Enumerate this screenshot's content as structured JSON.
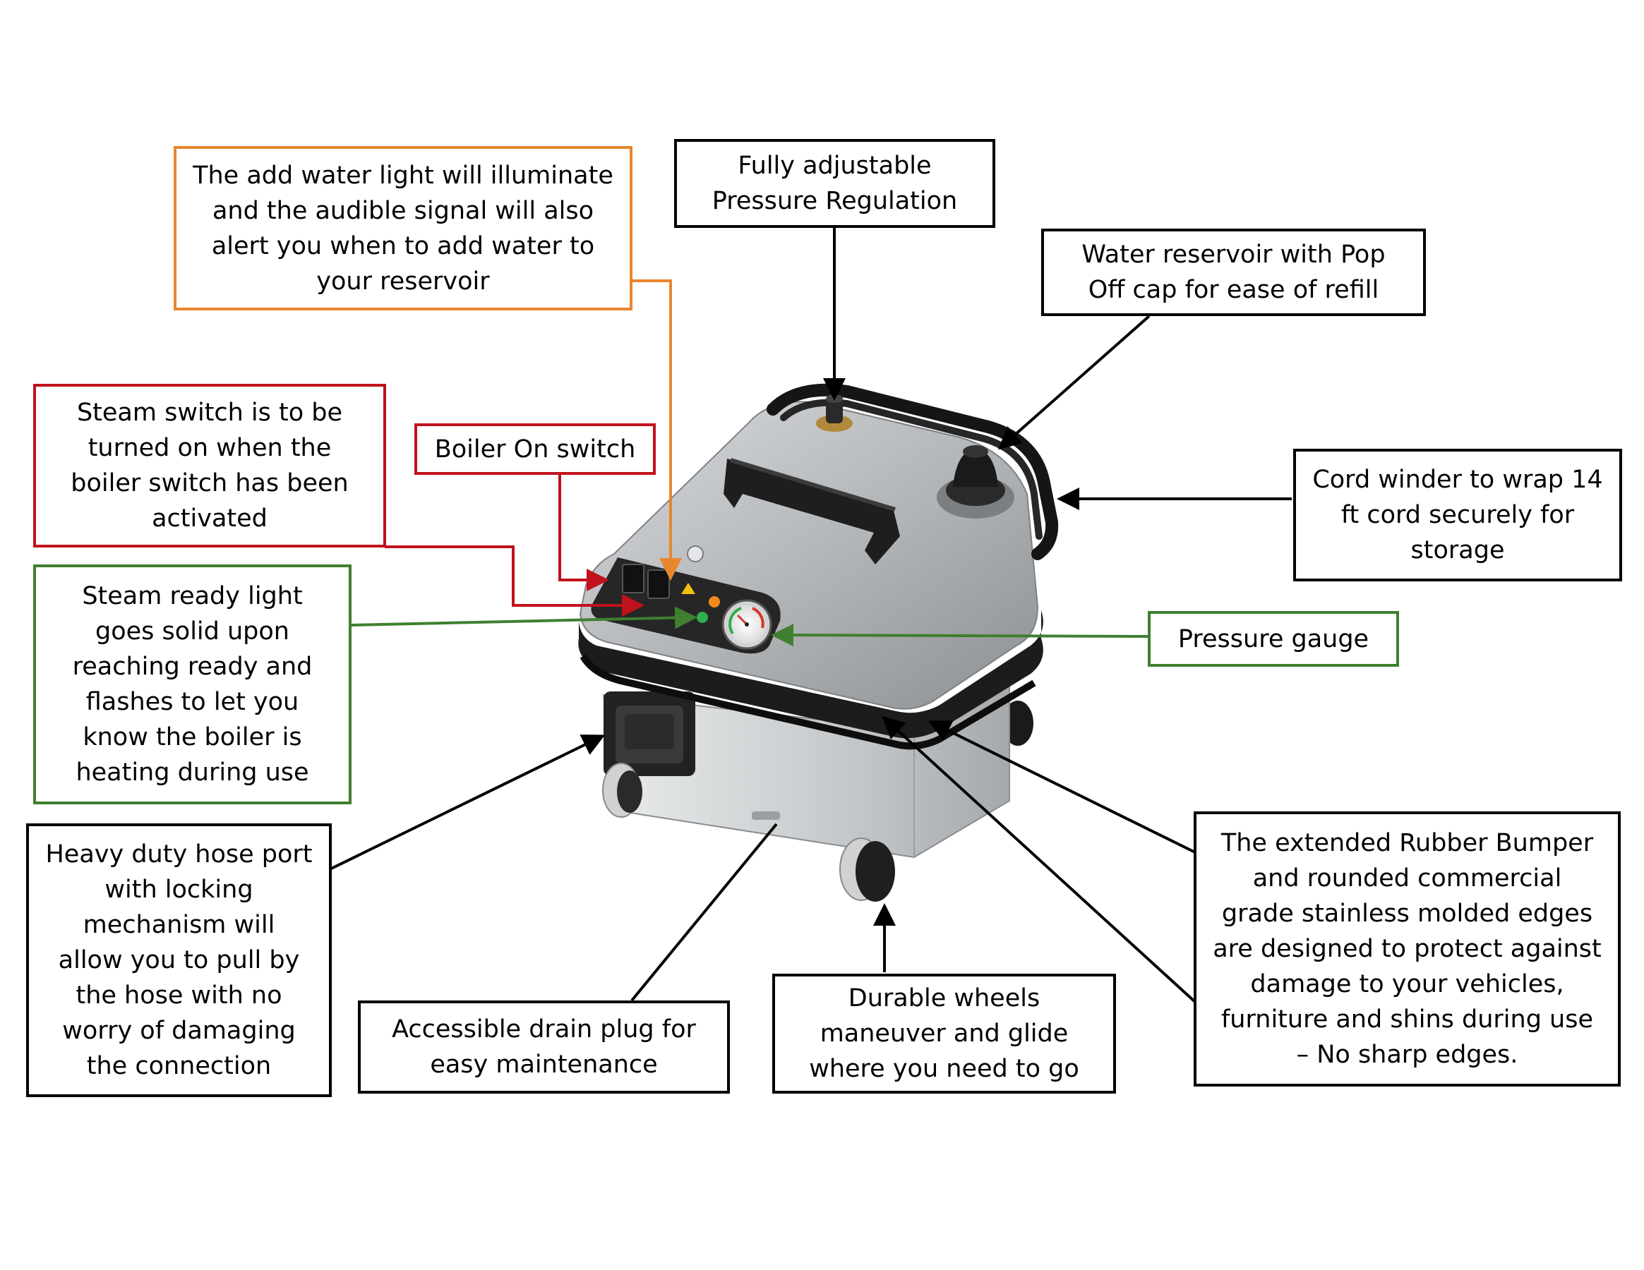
{
  "colors": {
    "black": "#000000",
    "orange": "#E8862E",
    "red": "#C0121C",
    "green": "#3F7F2F",
    "steel": "#C9CCCF",
    "rubber": "#1C1C1C"
  },
  "callouts": {
    "add_water_light": "The add water light will illuminate\nand the audible signal will also\nalert you when to add water to\nyour reservoir",
    "pressure_regulation": "Fully adjustable\nPressure Regulation",
    "water_reservoir": "Water reservoir with Pop\nOff cap for ease of refill",
    "steam_switch": "Steam switch is to be\nturned on when the\nboiler switch has been\nactivated",
    "boiler_on_switch": "Boiler On switch",
    "cord_winder": "Cord winder to wrap 14\nft cord securely for\nstorage",
    "steam_ready_light": "Steam ready light\ngoes solid upon\nreaching ready and\nflashes to let you\nknow the boiler is\nheating during use",
    "pressure_gauge": "Pressure gauge",
    "hose_port": "Heavy duty hose port\nwith locking\nmechanism will\nallow you to pull by\nthe hose with no\nworry of damaging\nthe connection",
    "drain_plug": "Accessible drain plug for\neasy maintenance",
    "wheels": "Durable wheels\nmaneuver and glide\nwhere you need to go",
    "rubber_bumper": "The extended Rubber Bumper\nand rounded commercial\ngrade stainless molded edges\nare designed to protect against\ndamage to your vehicles,\nfurniture and shins during use\n– No sharp edges."
  }
}
